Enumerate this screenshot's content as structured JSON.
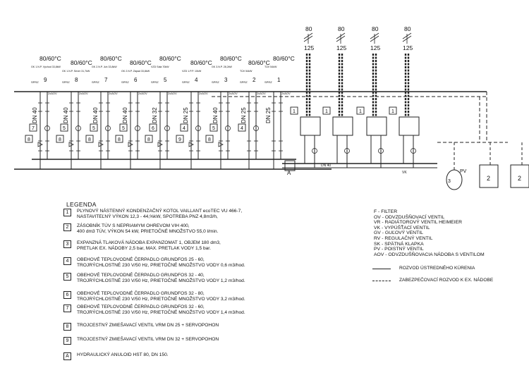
{
  "schematic": {
    "chimneys": [
      {
        "top": "80",
        "bottom": "125"
      },
      {
        "top": "80",
        "bottom": "125"
      },
      {
        "top": "80",
        "bottom": "125"
      },
      {
        "top": "80",
        "bottom": "125"
      }
    ],
    "circuits": [
      {
        "num": "9",
        "temp": "80/60°C",
        "desc": "GK 1.N.P. Východ 33,8kW",
        "dn": "DN 40",
        "pump": "7",
        "valve": "8"
      },
      {
        "num": "8",
        "temp": "80/60°C",
        "desc": "GK 1.N.P. Sever 31,7kW",
        "dn": "DN 40",
        "pump": "5",
        "valve": "8"
      },
      {
        "num": "7",
        "temp": "80/60°C",
        "desc": "GK 2.N.P. Juh 33,8kW",
        "dn": "DN 40",
        "pump": "5",
        "valve": "8"
      },
      {
        "num": "6",
        "temp": "80/60°C",
        "desc": "GK 2.N.P. Západ 33,8kW",
        "dn": "DN 40",
        "pump": "5",
        "valve": "8"
      },
      {
        "num": "5",
        "temp": "80/60°C",
        "desc": "VZD Sála 70kW",
        "dn": "DN 32",
        "pump": "6",
        "valve": "8"
      },
      {
        "num": "4",
        "temp": "80/60°C",
        "desc": "VZD 1.P.P. 10kW",
        "dn": "DN 25",
        "pump": "4",
        "valve": "9"
      },
      {
        "num": "3",
        "temp": "80/60°C",
        "desc": "GK 3.N.P. 28,2kW",
        "dn": "DN 40",
        "pump": "5",
        "valve": "8"
      },
      {
        "num": "2",
        "temp": "80/60°C",
        "desc": "TÚV 54kW",
        "dn": "DN 25",
        "pump": "4",
        "valve": ""
      },
      {
        "num": "1",
        "temp": "80/60°C",
        "desc": "TÚV 54kW",
        "dn": "DN 25",
        "pump": "",
        "valve": ""
      }
    ],
    "labels": {
      "sprz": "SPRZ",
      "aov": "2xAOV",
      "dn40": "DN 40",
      "vk": "VK",
      "a": "A",
      "one": "1",
      "two": "2",
      "three": "3",
      "pv": "PV"
    }
  },
  "legend": {
    "title": "LEGENDA",
    "items": [
      {
        "id": "1",
        "lines": [
          "PLYNOVÝ NÁSTENNÝ KONDENZAČNÝ KOTOL VAILLANT ecoTEC VU 466-7,",
          "NASTAVITEĽNÝ VÝKON 12,3 - 44,%kW, SPOTREBA PNZ 4,8m3/h,"
        ]
      },
      {
        "id": "2",
        "lines": [
          "ZÁSOBNÍK TÚV S NEPRIAMYM OHREVOM VIH 400,",
          "400 dm3 TÚV, VÝKON 54 kW, PRIETOČNÉ MNOŽSTVO 55,0 l/min."
        ]
      },
      {
        "id": "3",
        "lines": [
          "EXPANZNÁ TLAKOVÁ NÁDOBA EXPANZOMAT 1, OBJEM 180 dm3,",
          "PRETLAK EX. NÁDOBY 2,5 bar, MAX. PRETLAK VODY 1,5 bar."
        ]
      },
      {
        "id": "4",
        "lines": [
          "OBEHOVÉ TEPLOVODNÉ ČERPADLO GRUNDFOS 25 - 60,",
          "TROJRÝCHLOSTNÉ 230 V/50 Hz, PRIETOČNÉ MNOŽSTVO VODY 0,6 m3/hod."
        ]
      },
      {
        "id": "5",
        "lines": [
          "OBEHOVÉ TEPLOVODNÉ ČERPADLO GRUNDFOS 32 - 40,",
          "TROJRÝCHLOSTNÉ 230 V/50 Hz, PRIETOČNÉ MNOŽSTVO VODY 1,2 m3/hod."
        ]
      },
      {
        "id": "6",
        "lines": [
          "OBEHOVÉ TEPLOVODNÉ ČERPADLO GRUNDFOS 32 - 80,",
          "TROJRÝCHLOSTNÉ 230 V/50 Hz, PRIETOČNÉ MNOŽSTVO VODY 3,2 m3/hod."
        ]
      },
      {
        "id": "7",
        "lines": [
          "OBEHOVÉ TEPLOVODNÉ ČERPADLO GRUNDFOS 32 - 60,",
          "TROJRÝCHLOSTNÉ 230 V/50 Hz, PRIETOČNÉ MNOŽSTVO VODY 1,4 m3/hod."
        ]
      },
      {
        "id": "8",
        "lines": [
          "TROJCESTNÝ ZMIEŠAVACÍ VENTIL VRM DN 25 + SERVOPOHON"
        ]
      },
      {
        "id": "9",
        "lines": [
          "TROJCESTNÝ ZMIEŠAVACÍ VENTIL VRM DN 32 + SERVOPOHON"
        ]
      },
      {
        "id": "A",
        "lines": [
          "HYDRAULICKÝ ANULOID HST 80, DN 150."
        ]
      }
    ],
    "abbreviations": [
      "F - FILTER",
      "OV - ODVZDUŠŇOVACÍ VENTIL",
      "VR - RADIÁTOROVÝ VENTIL HEIMEIER",
      "VK - VYPÚŠŤACÍ VENTIL",
      "GV - GUĽOVÝ VENTIL",
      "RV - REGULAČNÝ VENTIL",
      "SK - SPÄTNÁ KLAPKA",
      "PV - POISTNÝ VENTIL",
      "AOV - ODVZDUŠŇOVACIA NÁDOBA S VENTILOM"
    ],
    "line_key": [
      {
        "type": "solid",
        "label": "ROZVOD ÚSTREDNÉHO KÚRENIA"
      },
      {
        "type": "dashed",
        "label": "ZABEZPEČOVACÍ ROZVOD K EX. NÁDOBE"
      }
    ]
  }
}
